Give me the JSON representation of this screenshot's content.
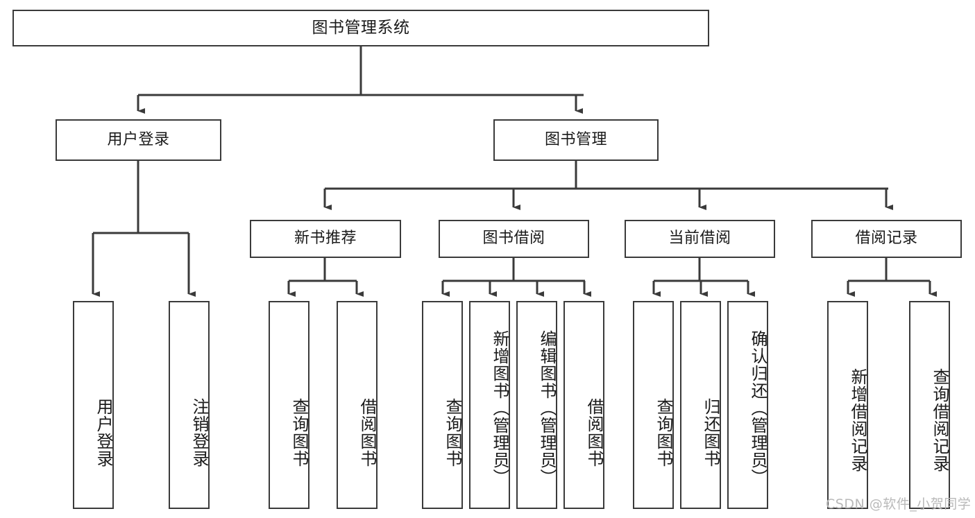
{
  "diagram": {
    "title": "图书管理系统",
    "type": "tree",
    "orientation": "top-down",
    "colors": {
      "box_border": "#3a3a3a",
      "box_fill": "#ffffff",
      "edge": "#3a3a3a",
      "text": "#1a1a1a",
      "watermark": "#b9b9b9",
      "background": "#ffffff"
    },
    "root": {
      "label": "图书管理系统"
    },
    "level1": [
      {
        "id": "user-login",
        "label": "用户登录"
      },
      {
        "id": "book-management",
        "label": "图书管理"
      }
    ],
    "level2": [
      {
        "id": "new-book-recommend",
        "label": "新书推荐",
        "parent": "book-management"
      },
      {
        "id": "book-borrow",
        "label": "图书借阅",
        "parent": "book-management"
      },
      {
        "id": "current-borrow",
        "label": "当前借阅",
        "parent": "book-management"
      },
      {
        "id": "borrow-record",
        "label": "借阅记录",
        "parent": "book-management"
      }
    ],
    "leaves": [
      {
        "id": "leaf-user-login",
        "label": "用户登录",
        "parent": "user-login"
      },
      {
        "id": "leaf-user-logout",
        "label": "注销登录",
        "parent": "user-login"
      },
      {
        "id": "leaf-query-book-1",
        "label": "查询图书",
        "parent": "new-book-recommend"
      },
      {
        "id": "leaf-borrow-book-1",
        "label": "借阅图书",
        "parent": "new-book-recommend"
      },
      {
        "id": "leaf-query-book-2",
        "label": "查询图书",
        "parent": "book-borrow"
      },
      {
        "id": "leaf-add-book",
        "label": "新增图书（管理员）",
        "parent": "book-borrow"
      },
      {
        "id": "leaf-edit-book",
        "label": "编辑图书（管理员）",
        "parent": "book-borrow"
      },
      {
        "id": "leaf-borrow-book-2",
        "label": "借阅图书",
        "parent": "book-borrow"
      },
      {
        "id": "leaf-query-book-3",
        "label": "查询图书",
        "parent": "current-borrow"
      },
      {
        "id": "leaf-return-book",
        "label": "归还图书",
        "parent": "current-borrow"
      },
      {
        "id": "leaf-confirm-return",
        "label": "确认归还（管理员）",
        "parent": "current-borrow"
      },
      {
        "id": "leaf-add-record",
        "label": "新增借阅记录",
        "parent": "borrow-record"
      },
      {
        "id": "leaf-query-record",
        "label": "查询借阅记录",
        "parent": "borrow-record"
      }
    ]
  },
  "watermark": {
    "text": "CSDN @软件_小贺同学"
  }
}
